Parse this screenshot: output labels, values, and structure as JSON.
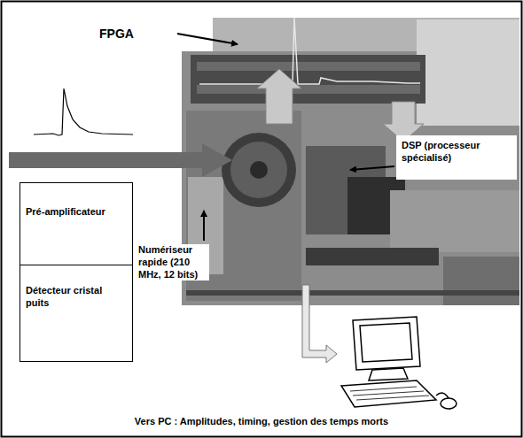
{
  "diagram": {
    "nodes": [
      {
        "text": [
          "Pré-amplificateur"
        ]
      },
      {
        "text": [
          "Détecteur cristal puits"
        ]
      },
      {
        "text": [
          "DSP (processeur spécialisé)"
        ]
      }
    ],
    "labels": [
      "FPGA",
      "Numériseur rapide (210 MHz, 12 bits)",
      "Vers PC : Amplitudes, timing, gestion des temps morts"
    ]
  }
}
